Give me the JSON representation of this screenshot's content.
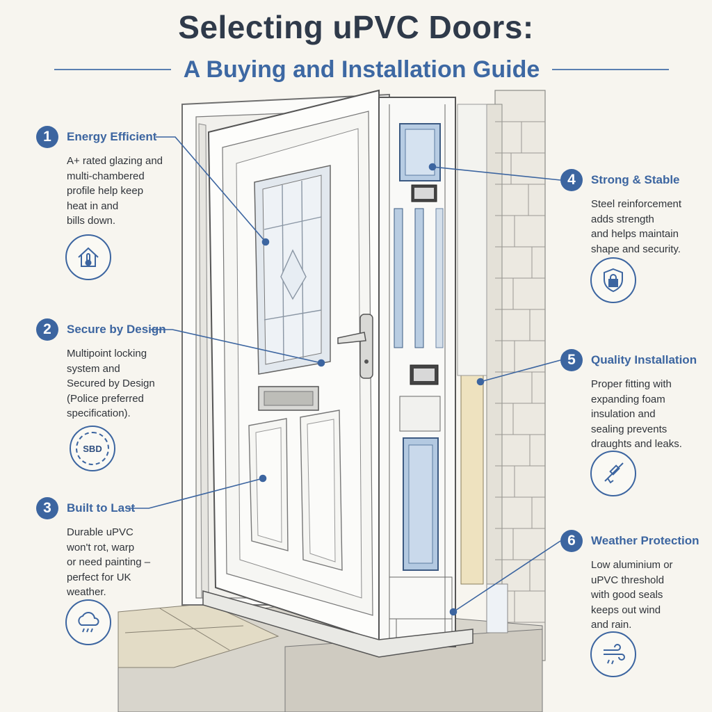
{
  "header": {
    "title": "Selecting uPVC Doors:",
    "subtitle": "A Buying and Installation Guide"
  },
  "colors": {
    "accent": "#3c65a0",
    "background": "#f7f5ef",
    "text": "#30343a"
  },
  "callouts": [
    {
      "number": "1",
      "title": "Energy Efficient",
      "description": "A+ rated glazing and\nmulti-chambered\nprofile help keep\nheat in and\nbills down.",
      "icon": "house-thermometer-icon"
    },
    {
      "number": "2",
      "title": "Secure by Design",
      "description": "Multipoint locking\nsystem and\nSecured by Design\n(Police preferred\nspecification).",
      "icon": "sbd-badge-icon",
      "icon_text": "SBD"
    },
    {
      "number": "3",
      "title": "Built to Last",
      "description": "Durable uPVC\nwon't rot, warp\nor need painting –\nperfect for UK\nweather.",
      "icon": "cloud-rain-icon"
    },
    {
      "number": "4",
      "title": "Strong & Stable",
      "description": "Steel reinforcement\nadds strength\nand helps maintain\nshape and security.",
      "icon": "shield-lock-icon"
    },
    {
      "number": "5",
      "title": "Quality Installation",
      "description": "Proper fitting with\nexpanding foam\ninsulation and\nsealing prevents\ndraughts and leaks.",
      "icon": "caulking-gun-icon"
    },
    {
      "number": "6",
      "title": "Weather Protection",
      "description": "Low aluminium or\nuPVC threshold\nwith good seals\nkeeps out wind\nand rain.",
      "icon": "wind-rain-icon"
    }
  ]
}
